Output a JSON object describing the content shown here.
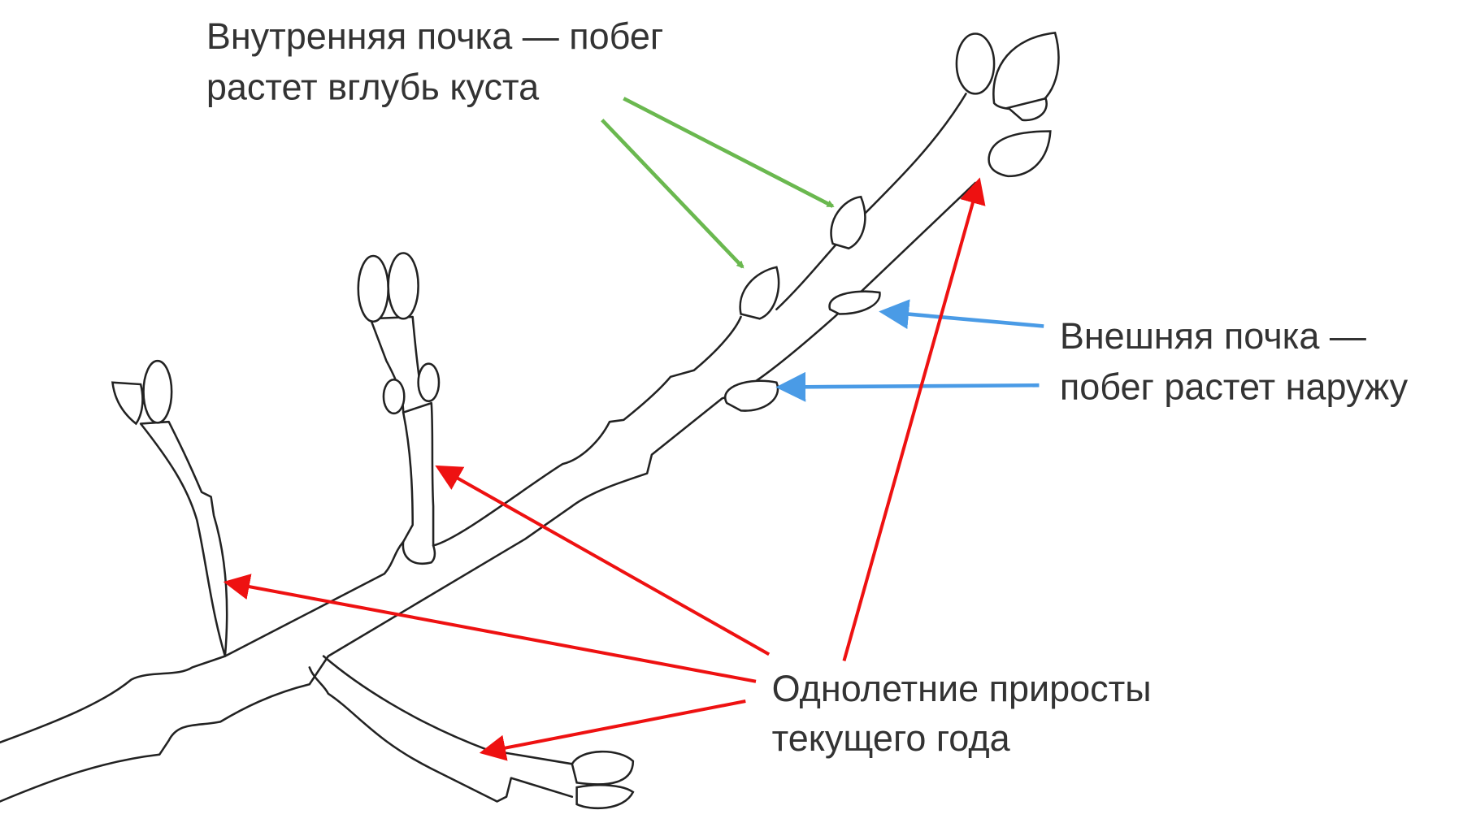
{
  "labels": {
    "inner_bud": [
      "Внутренняя почка — побег",
      "растет вглубь куста"
    ],
    "outer_bud": [
      "Внешняя почка —",
      "побег растет наружу"
    ],
    "annual_growth": [
      "Однолетние приросты",
      "текущего года"
    ]
  },
  "colors": {
    "inner_arrow": "#6ab84f",
    "outer_arrow": "#4a9be6",
    "growth_arrow": "#ee1111"
  }
}
